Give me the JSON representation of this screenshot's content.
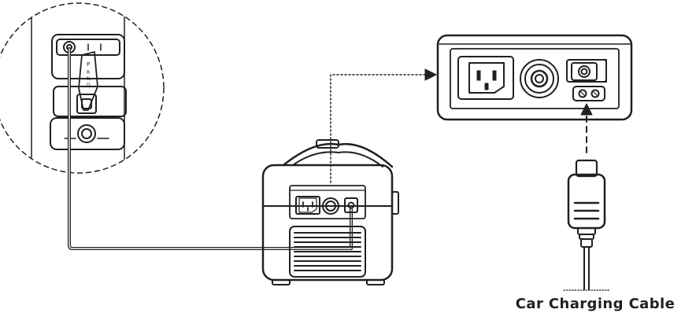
{
  "caption": {
    "text": "Car Charging Cable"
  },
  "colors": {
    "line": "#231f20",
    "panel": "#ffffff",
    "vent": "#231f20"
  },
  "icons": [
    "car-socket-closeup",
    "power-station",
    "port-panel-zoom",
    "car-charging-cable-plug"
  ]
}
